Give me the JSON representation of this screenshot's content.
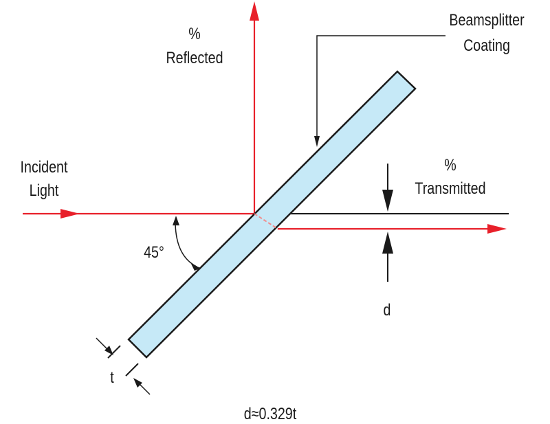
{
  "labels": {
    "reflected_pct": "%",
    "reflected": "Reflected",
    "coating_line1": "Beamsplitter",
    "coating_line2": "Coating",
    "incident_line1": "Incident",
    "incident_line2": "Light",
    "transmitted_pct": "%",
    "transmitted": "Transmitted",
    "angle": "45°",
    "offset": "d",
    "thickness": "t",
    "formula": "d≈0.329t"
  },
  "colors": {
    "beam": "#e8202a",
    "plate_fill": "#c6e9f7",
    "outline": "#1a1a1a"
  }
}
